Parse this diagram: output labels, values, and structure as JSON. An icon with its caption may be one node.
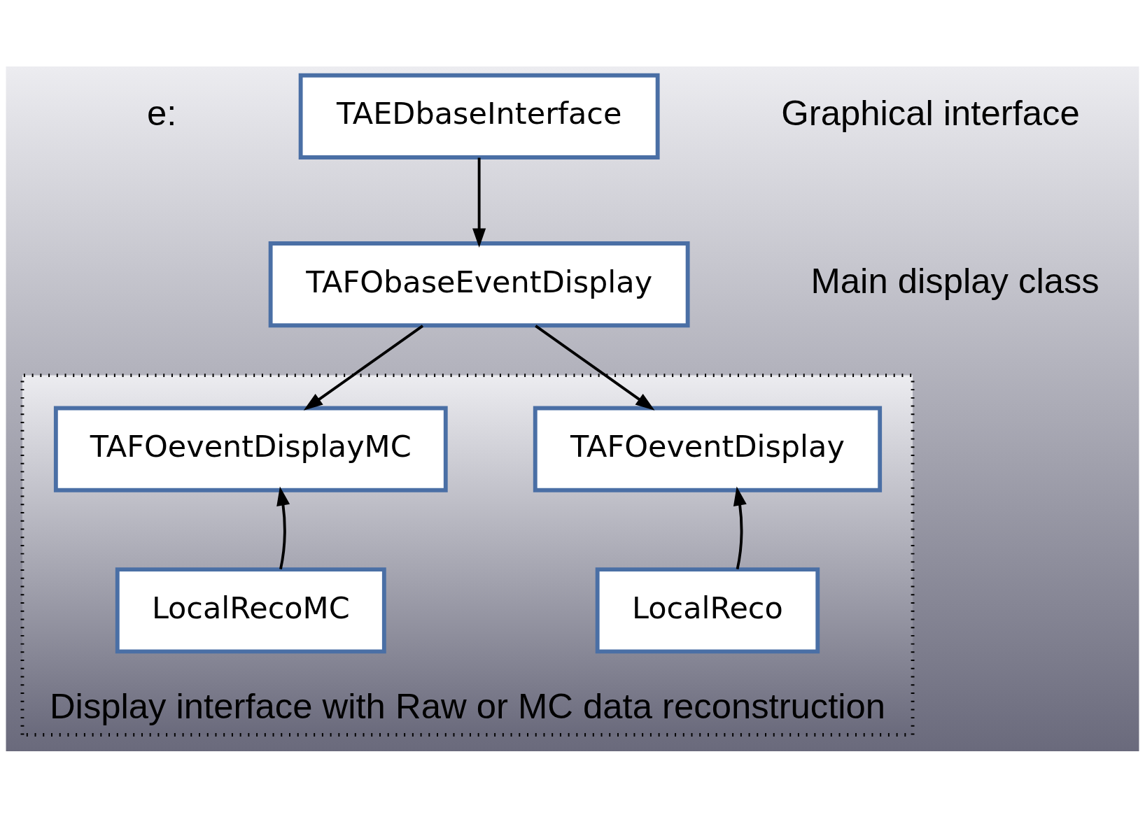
{
  "diagram": {
    "nodes": [
      {
        "text": [
          "TAEDbaseInterface"
        ]
      },
      {
        "text": [
          "TAFObaseEventDisplay"
        ]
      },
      {
        "text": [
          "Display interface with Raw or MC data reconstruction"
        ]
      },
      {
        "text": [
          "TAFOeventDisplay"
        ],
        "in": 2
      },
      {
        "text": [
          "TAFOeventDisplayMC"
        ],
        "in": 2
      },
      {
        "text": [
          "LocalReco"
        ],
        "in": 2
      },
      {
        "text": [
          "LocalRecoMC"
        ],
        "in": 2
      }
    ],
    "edges": [
      {
        "from": 0,
        "to": 1,
        "arrow": "to"
      },
      {
        "from": 1,
        "to": 3,
        "arrow": "to"
      },
      {
        "from": 1,
        "to": 4,
        "arrow": "to"
      },
      {
        "from": 5,
        "to": 3,
        "arrow": "to"
      },
      {
        "from": 6,
        "to": 4,
        "arrow": "to"
      }
    ],
    "labels": [
      "e:",
      "Graphical interface",
      "Main display class"
    ]
  }
}
